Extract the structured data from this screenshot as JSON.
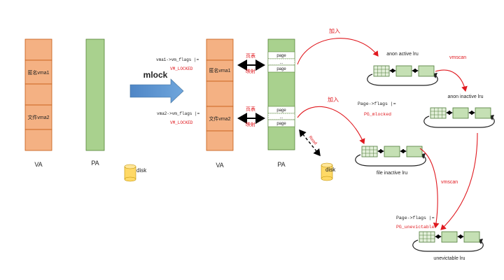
{
  "left": {
    "va_label": "VA",
    "pa_label": "PA",
    "disk_label": "disk",
    "vma1_label": "匿名vma1",
    "vma2_label": "文件vma2"
  },
  "mlock_label": "mlock",
  "right": {
    "va_label": "VA",
    "pa_label": "PA",
    "disk_label": "disk",
    "vma1_label": "匿名vma1",
    "vma2_label": "文件vma2",
    "flags1_line1": "vma1->vm_flags |=",
    "flags1_line2": "VM_LOCKED",
    "flags2_line1": "vma2->vm_flags |=",
    "flags2_line2": "VM_LOCKED",
    "pt_map1_a": "页表",
    "pt_map1_b": "映射",
    "pt_map2_a": "页表",
    "pt_map2_b": "映射",
    "page_label": "page",
    "dots": "...",
    "read_label": "Read"
  },
  "lru": {
    "join1": "加入",
    "join2": "加入",
    "anon_active": "anon active lru",
    "anon_inactive": "anon inactive lru",
    "file_inactive": "file inactive lru",
    "unevictable": "unevictable lru",
    "vmscan1": "vmscan",
    "vmscan2": "vmscan",
    "page_flags1_line1": "Page->flags |=",
    "page_flags1_line2": "PG_mlocked",
    "page_flags2_line1": "Page->flags |=",
    "page_flags2_line2": "PG_unevictable"
  },
  "colors": {
    "vma_orange": "#f4b183",
    "pa_green": "#a9d18e",
    "lru_green": "#c5e0b4",
    "arrow_red": "#e0191f",
    "mlock_blue": "#5b9bd5",
    "disk_yellow": "#ffd966"
  }
}
